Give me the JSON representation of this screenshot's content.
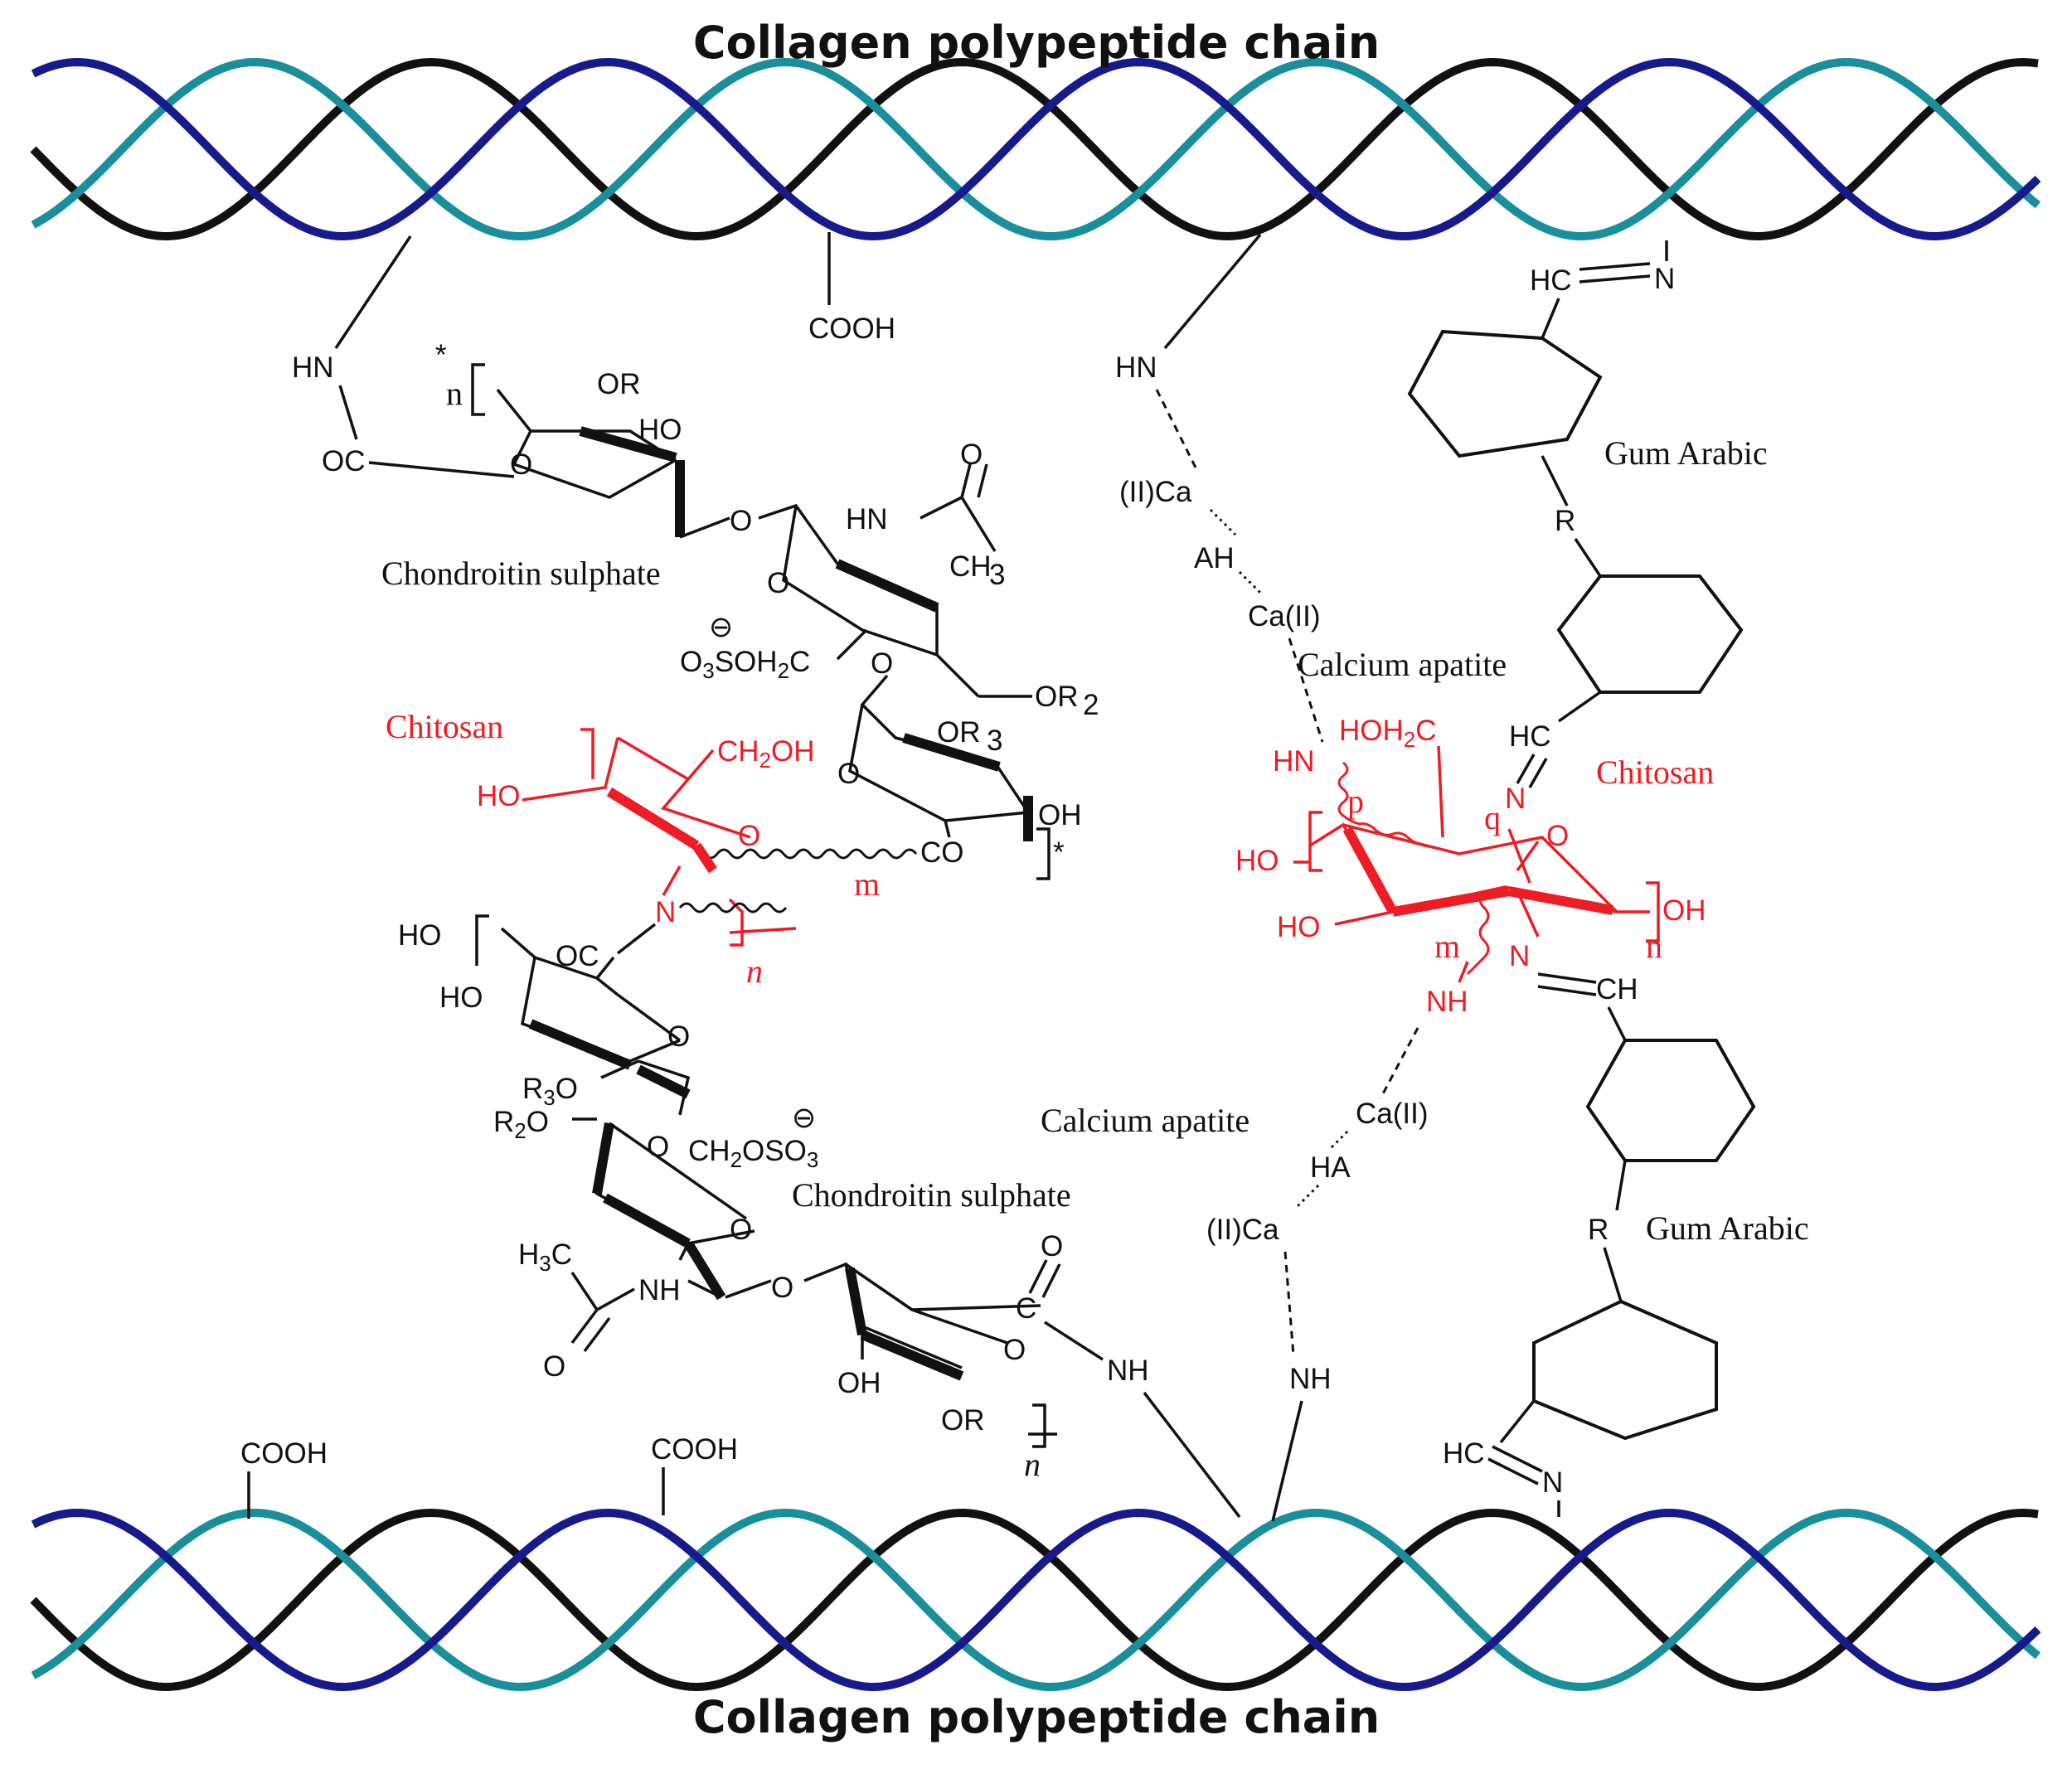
{
  "colors": {
    "strand_black": "#111111",
    "strand_teal": "#1a8f9c",
    "strand_navy": "#161a8c",
    "chitosan_red": "#ee1c24"
  },
  "titles": {
    "top": "Collagen polypeptide chain",
    "bottom": "Collagen polypeptide chain"
  },
  "labels": {
    "chondroitin_upper": "Chondroitin sulphate",
    "chondroitin_lower": "Chondroitin sulphate",
    "chitosan_left": "Chitosan",
    "chitosan_right": "Chitosan",
    "calcium_apatite_upper": "Calcium apatite",
    "calcium_apatite_lower": "Calcium apatite",
    "gum_arabic_upper": "Gum Arabic",
    "gum_arabic_lower": "Gum Arabic"
  },
  "groups": {
    "cooh_top": "COOH",
    "cooh_bottom_1": "COOH",
    "cooh_bottom_2": "COOH",
    "hn_left": "HN",
    "oc_left": "OC",
    "star_top": "*",
    "n_top": "n",
    "or3_a": "OR",
    "ho_a": "HO",
    "o_ring_a": "O",
    "o_link_a": "O",
    "hn_acetyl": "HN",
    "o_carbonyl_a": "O",
    "ch3_a": "CH",
    "o_ring_b": "O",
    "o3soh2c": "O",
    "o3soh2c_rest": "SOH",
    "o3soh2c_end": "C",
    "minus_a": "⊖",
    "or2_a": "OR",
    "or3_b": "OR",
    "o_ring_c": "O",
    "oh_a": "OH",
    "co_a": "CO",
    "star_b": "*",
    "ch2oh_chitosan": "CH",
    "ch2oh_tail": "OH",
    "ho_chitosan": "HO",
    "o_chitosan": "O",
    "n_chitosan": "N",
    "m_left": "m",
    "n_chitosan_sub": "n",
    "ho_b": "HO",
    "oc_b": "OC",
    "ho_c": "HO",
    "o_ring_d": "O",
    "r3o": "R",
    "r2o": "R",
    "o_link_b": "O",
    "ch2oso3": "CH",
    "ch2oso3_mid": "OSO",
    "minus_b": "⊖",
    "o_ring_e": "O",
    "h3c": "H",
    "nh_acetyl": "NH",
    "o_carbonyl_b": "O",
    "o_link_c": "O",
    "c_amide": "C",
    "oh_b": "OH",
    "o_ring_f": "O",
    "or3_c": "OR",
    "n_bottom": "n",
    "nh_bottom_1": "NH",
    "nh_bottom_2": "NH",
    "hn_ca": "HN",
    "ca_ii_1": "(II)Ca",
    "ah": "AH",
    "ca_ii_2": "Ca(II)",
    "hn_red": "HN",
    "hoh2c": "HOH",
    "hoh2c_c": "C",
    "p_red": "p",
    "q_red": "q",
    "o_red": "O",
    "ho_red_1": "HO",
    "ho_red_2": "HO",
    "oh_red": "OH",
    "n_red_sub": "n",
    "m_red": "m",
    "n_imine_upper": "N",
    "n_imine_lower": "N",
    "ch_imine_lower": "CH",
    "nh_red": "NH",
    "ca_ii_3": "Ca(II)",
    "ha": "HA",
    "ca_ii_4": "(II)Ca",
    "hc_top": "HC",
    "n_top_imine": "N",
    "r_upper": "R",
    "hc_mid": "HC",
    "r_lower": "R",
    "hc_bottom": "HC",
    "n_bottom_imine": "N"
  },
  "subscripts": {
    "s3": "3",
    "s2": "2"
  }
}
